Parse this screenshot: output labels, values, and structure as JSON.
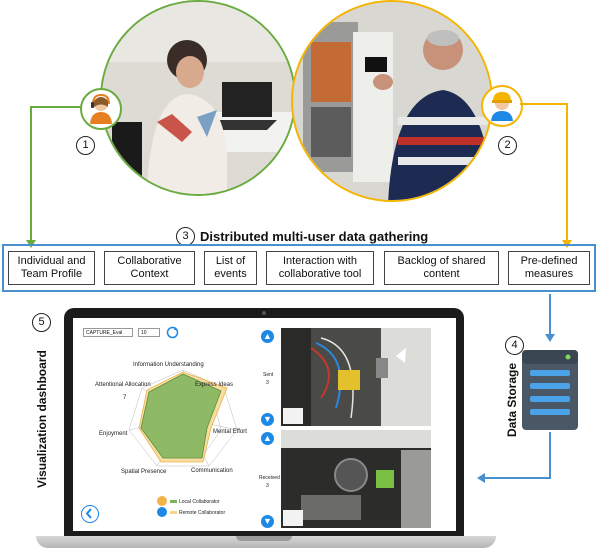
{
  "step_numbers": {
    "one": "1",
    "two": "2",
    "three": "3",
    "four": "4",
    "five": "5"
  },
  "section_title": "Distributed multi-user data gathering",
  "data_boxes": [
    "Individual and Team Profile",
    "Collaborative Context",
    "List of events",
    "Interaction with collaborative tool",
    "Backlog of shared content",
    "Pre-defined measures"
  ],
  "data_storage_label": "Data Storage",
  "visualization_label": "Visualization dashboard",
  "dashboard": {
    "session_field": "CAPTURE_Eval",
    "id_field": "10",
    "radar_axes": [
      "Information Understanding",
      "Express Ideas",
      "Mental Effort",
      "Communication",
      "Spatial Presence",
      "Enjoyment",
      "Attentional Allocation"
    ],
    "radar_scale_label": "7",
    "legend": [
      "Local Collaborator",
      "Remote Collaborator"
    ],
    "sent_label": "Sent",
    "sent_count": "3",
    "received_label": "Received",
    "received_count": "3"
  },
  "colors": {
    "green": "#6aab3f",
    "orange": "#f5b400",
    "blue": "#4a8fcf",
    "server": "#4a5866"
  },
  "icons": [
    "headset-person-icon",
    "worker-helmet-icon",
    "server-icon",
    "refresh-icon",
    "back-arrow-icon",
    "up-arrow-icon",
    "down-arrow-icon"
  ]
}
